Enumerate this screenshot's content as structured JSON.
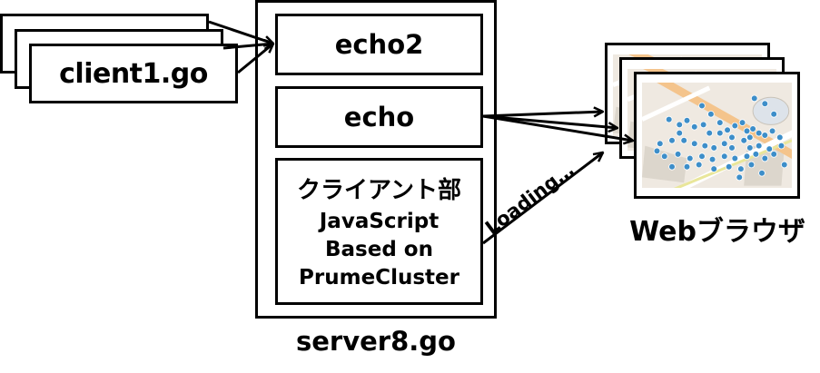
{
  "clients": {
    "stack_count": 3,
    "front_label": "client1.go"
  },
  "server": {
    "caption": "server8.go",
    "modules": {
      "echo2": "echo2",
      "echo": "echo",
      "client_part": {
        "title": "クライアント部",
        "lines": [
          "JavaScript",
          "Based on",
          "PrumeCluster"
        ]
      }
    }
  },
  "browsers": {
    "stack_count": 3,
    "caption": "Webブラウザ",
    "content": "map with clustered markers"
  },
  "connections": {
    "loading_label": "Loading…"
  },
  "colors": {
    "stroke": "#000000",
    "background": "#ffffff",
    "map_base": "#efe9e1",
    "map_road": "#f4c48c",
    "map_block": "#dcd6cc",
    "marker": "#3d8ec9"
  }
}
